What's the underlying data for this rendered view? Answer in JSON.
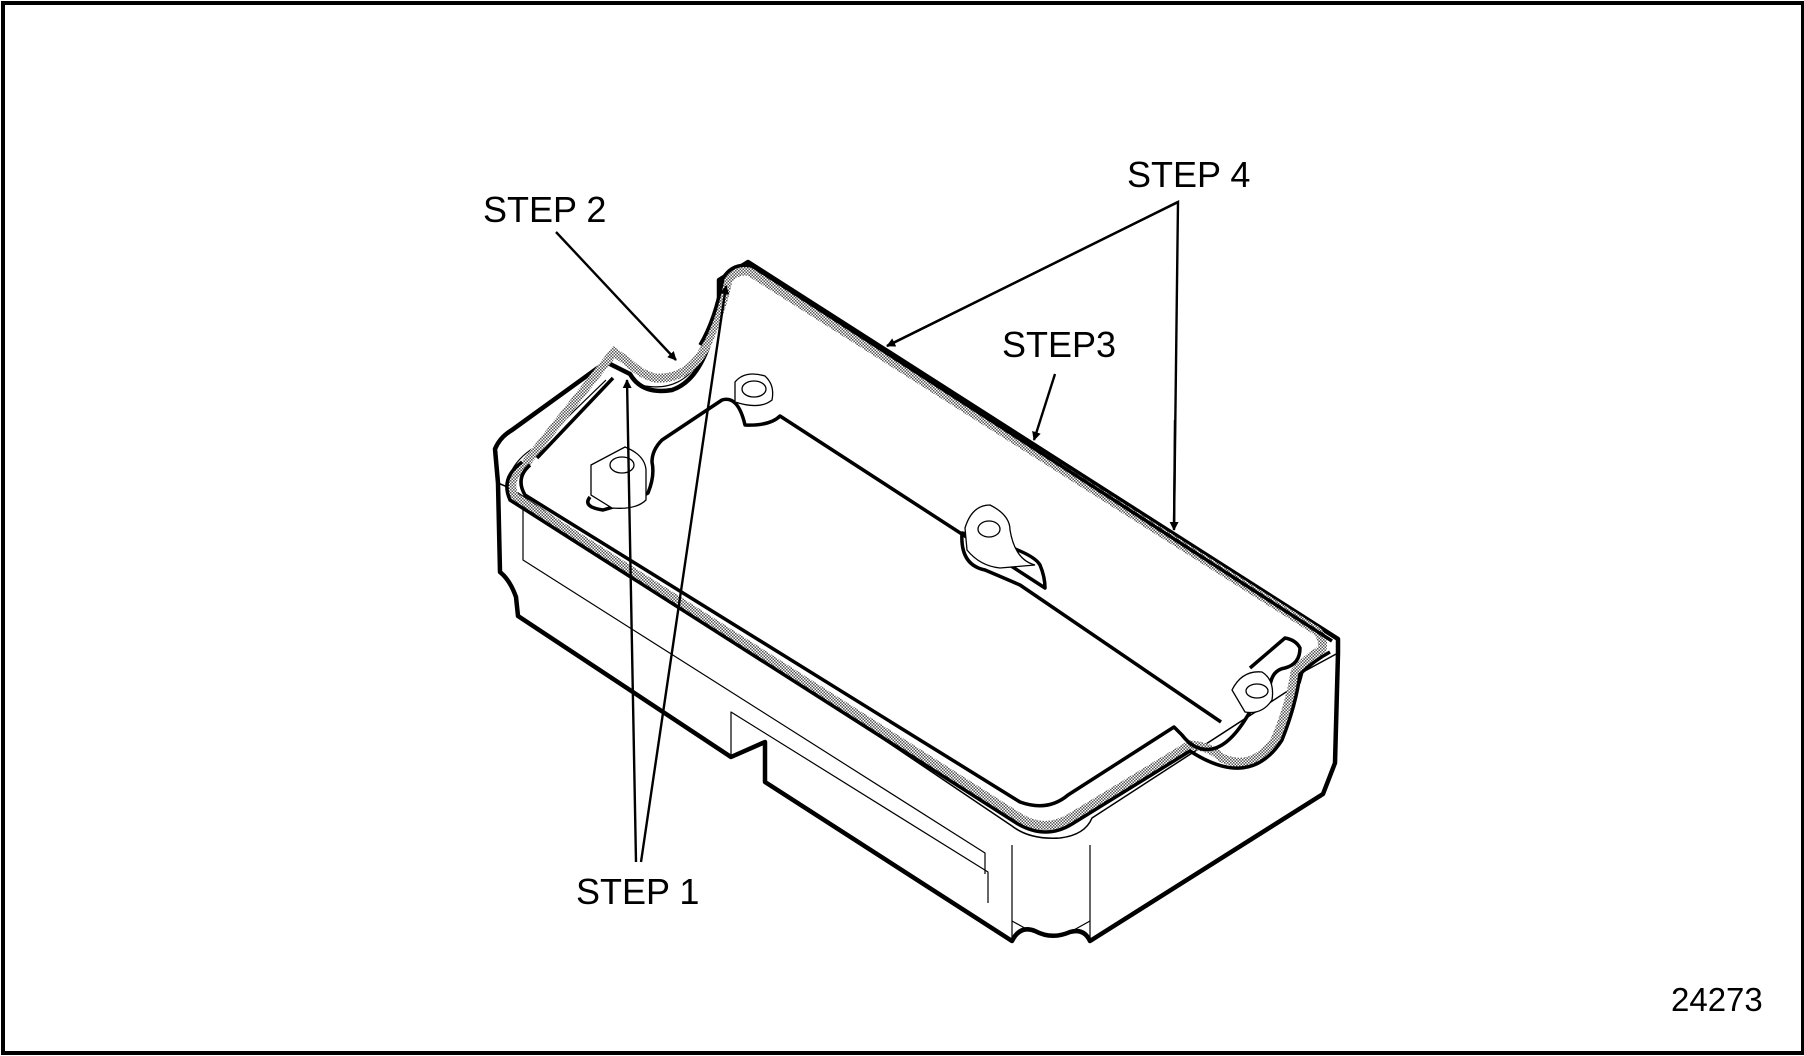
{
  "figure": {
    "id_number": "24273",
    "subject": "rocker cover / oil pan gasket sealant application",
    "labels": {
      "step1": "STEP 1",
      "step2": "STEP 2",
      "step3": "STEP3",
      "step4": "STEP 4"
    },
    "colors": {
      "line": "#000000",
      "background": "#ffffff",
      "gasket_fill": "#8a8a8a"
    }
  }
}
